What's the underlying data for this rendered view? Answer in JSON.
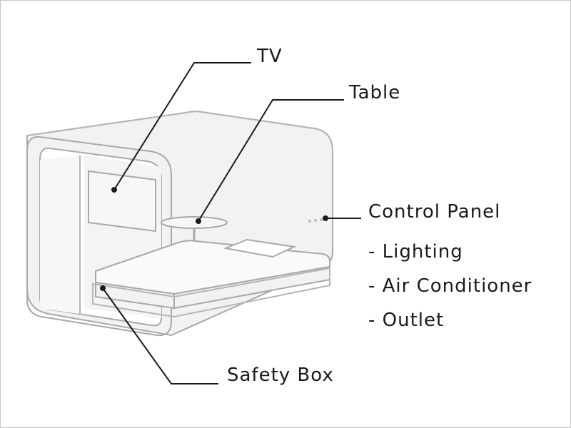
{
  "labels": {
    "tv": "TV",
    "table": "Table",
    "control_panel": "Control Panel",
    "features": [
      "- Lighting",
      "- Air Conditioner",
      "- Outlet"
    ],
    "safety_box": "Safety Box"
  },
  "colors": {
    "outline": "#a9a9a9",
    "fill": "#f2f2f2",
    "leader": "#1a1a1a",
    "text": "#1a1a1a"
  }
}
